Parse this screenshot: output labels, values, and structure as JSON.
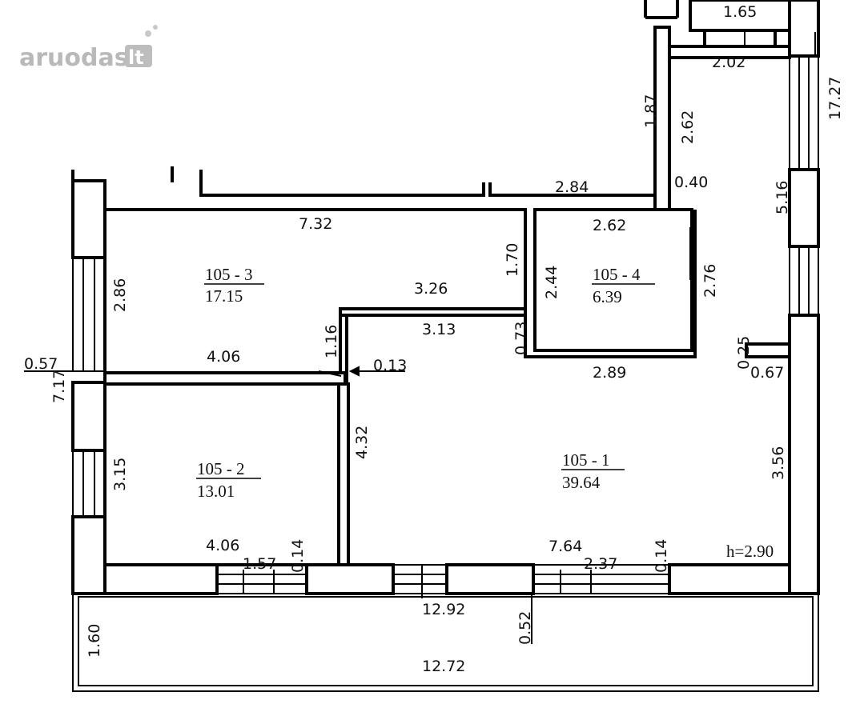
{
  "watermark": {
    "brand": "aruodas",
    "tld": "lt"
  },
  "rooms": [
    {
      "id": "105 - 3",
      "area": "17.15"
    },
    {
      "id": "105 - 4",
      "area": "6.39"
    },
    {
      "id": "105 - 2",
      "area": "13.01"
    },
    {
      "id": "105 - 1",
      "area": "39.64"
    }
  ],
  "ceiling_height": "h=2.90",
  "dimensions": {
    "d165": "1.65",
    "d202": "2.02",
    "d1727": "17.27",
    "d262a": "2.62",
    "d187": "1.87",
    "d040": "0.40",
    "d284": "2.84",
    "d516": "5.16",
    "d732": "7.32",
    "d262b": "2.62",
    "d170": "1.70",
    "d286": "2.86",
    "d244": "2.44",
    "d276": "2.76",
    "d326": "3.26",
    "d313": "3.13",
    "d073": "0.73",
    "d116": "1.16",
    "d025": "0.25",
    "d406a": "4.06",
    "d057": "0.57",
    "d013": "0.13",
    "d289": "2.89",
    "d067": "0.67",
    "d717": "7.17",
    "d432": "4.32",
    "d315": "3.15",
    "d356": "3.56",
    "d406b": "4.06",
    "d764": "7.64",
    "d157": "1.57",
    "d014a": "0.14",
    "d237": "2.37",
    "d014b": "0.14",
    "d1292": "12.92",
    "d052": "0.52",
    "d160": "1.60",
    "d1272": "12.72"
  }
}
